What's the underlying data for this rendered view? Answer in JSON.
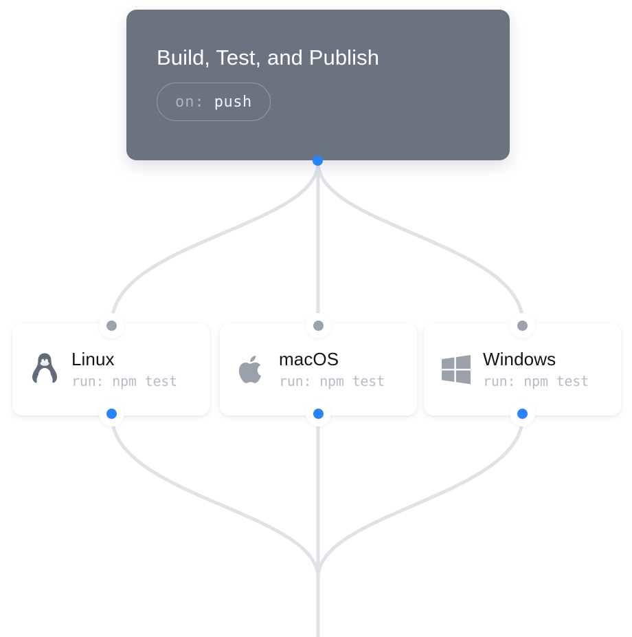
{
  "canvas": {
    "background": "#ffffff",
    "edge_color": "#dfe2e7"
  },
  "trigger": {
    "title": "Build, Test, and Publish",
    "badge_key": "on:",
    "badge_value": "push",
    "background": "#6b7280",
    "title_color": "#ffffff",
    "source_handle": "source-handle"
  },
  "jobs": [
    {
      "label": "Linux",
      "run": "run: npm test",
      "icon": "linux-penguin-icon",
      "icon_color": "#6b7280"
    },
    {
      "label": "macOS",
      "run": "run: npm test",
      "icon": "apple-icon",
      "icon_color": "#9aa1ab"
    },
    {
      "label": "Windows",
      "run": "run: npm test",
      "icon": "windows-icon",
      "icon_color": "#9aa1ab"
    }
  ],
  "handles": {
    "target_color": "#9ca3af",
    "source_color": "#2684ff"
  }
}
